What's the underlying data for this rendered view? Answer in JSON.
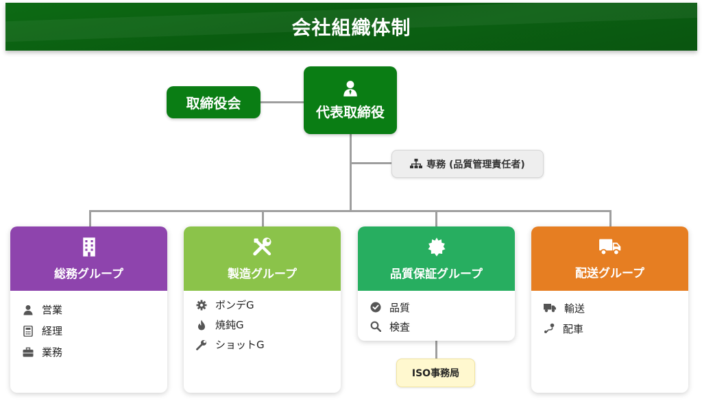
{
  "header": {
    "title": "会社組織体制"
  },
  "board": {
    "label": "取締役会"
  },
  "ceo": {
    "label": "代表取締役",
    "icon": "user-tie-icon"
  },
  "director": {
    "label": "専務 (品質管理責任者)",
    "icon": "org-chart-icon"
  },
  "groups": [
    {
      "title": "総務グループ",
      "color": "#8e44ad",
      "icon": "building-icon",
      "items": [
        {
          "label": "営業",
          "icon": "user-icon"
        },
        {
          "label": "経理",
          "icon": "calculator-icon"
        },
        {
          "label": "業務",
          "icon": "briefcase-icon"
        }
      ]
    },
    {
      "title": "製造グループ",
      "color": "#8bc34a",
      "icon": "tools-icon",
      "items": [
        {
          "label": "ボンデG",
          "icon": "gear-icon"
        },
        {
          "label": "焼鈍G",
          "icon": "flame-icon"
        },
        {
          "label": "ショットG",
          "icon": "wrench-icon"
        }
      ]
    },
    {
      "title": "品質保証グループ",
      "color": "#27ae60",
      "icon": "certificate-icon",
      "items": [
        {
          "label": "品質",
          "icon": "check-circle-icon"
        },
        {
          "label": "検査",
          "icon": "search-icon"
        }
      ]
    },
    {
      "title": "配送グループ",
      "color": "#e67e22",
      "icon": "truck-icon",
      "items": [
        {
          "label": "輸送",
          "icon": "truck-icon"
        },
        {
          "label": "配車",
          "icon": "route-icon"
        }
      ]
    }
  ],
  "iso": {
    "label": "ISO事務局"
  }
}
